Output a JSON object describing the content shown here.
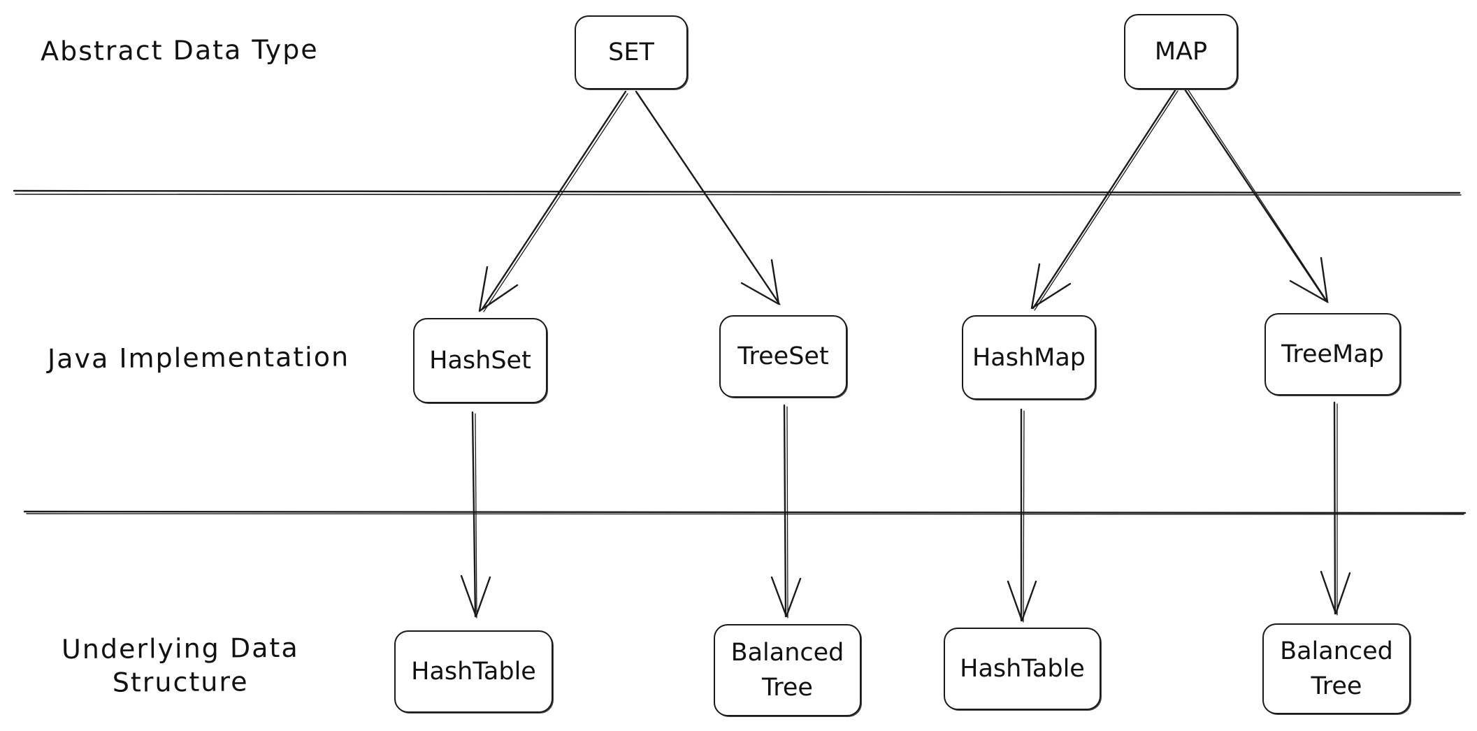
{
  "rows": {
    "adt": "Abstract Data Type",
    "impl": "Java Implementation",
    "underlying_line1": "Underlying Data",
    "underlying_line2": "Structure"
  },
  "adt": {
    "set": "SET",
    "map": "MAP"
  },
  "impl": {
    "hashset": "HashSet",
    "treeset": "TreeSet",
    "hashmap": "HashMap",
    "treemap": "TreeMap"
  },
  "structures": {
    "hashset_ds": "HashTable",
    "treeset_ds_line1": "Balanced",
    "treeset_ds_line2": "Tree",
    "hashmap_ds": "HashTable",
    "treemap_ds_line1": "Balanced",
    "treemap_ds_line2": "Tree"
  },
  "colors": {
    "ink": "#1a1a1a",
    "background": "#ffffff"
  }
}
